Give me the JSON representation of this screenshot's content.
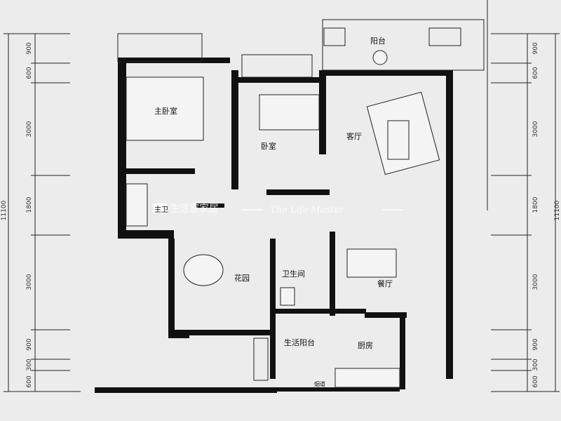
{
  "rooms": {
    "balcony": "阳台",
    "master_bedroom": "主卧室",
    "bedroom": "卧室",
    "living_room": "客厅",
    "master_bath": "主卫",
    "garden": "花园",
    "bathroom": "卫生间",
    "dining_room": "餐厅",
    "utility_balcony": "生活阳台",
    "kitchen": "厨房",
    "flue": "烟道"
  },
  "dimensions": {
    "segments": [
      "900",
      "600",
      "3000",
      "1800",
      "3000",
      "900",
      "300",
      "600"
    ],
    "total": "11100"
  },
  "watermark": {
    "brand": "生活家家居",
    "slogan": "The Life Master"
  }
}
